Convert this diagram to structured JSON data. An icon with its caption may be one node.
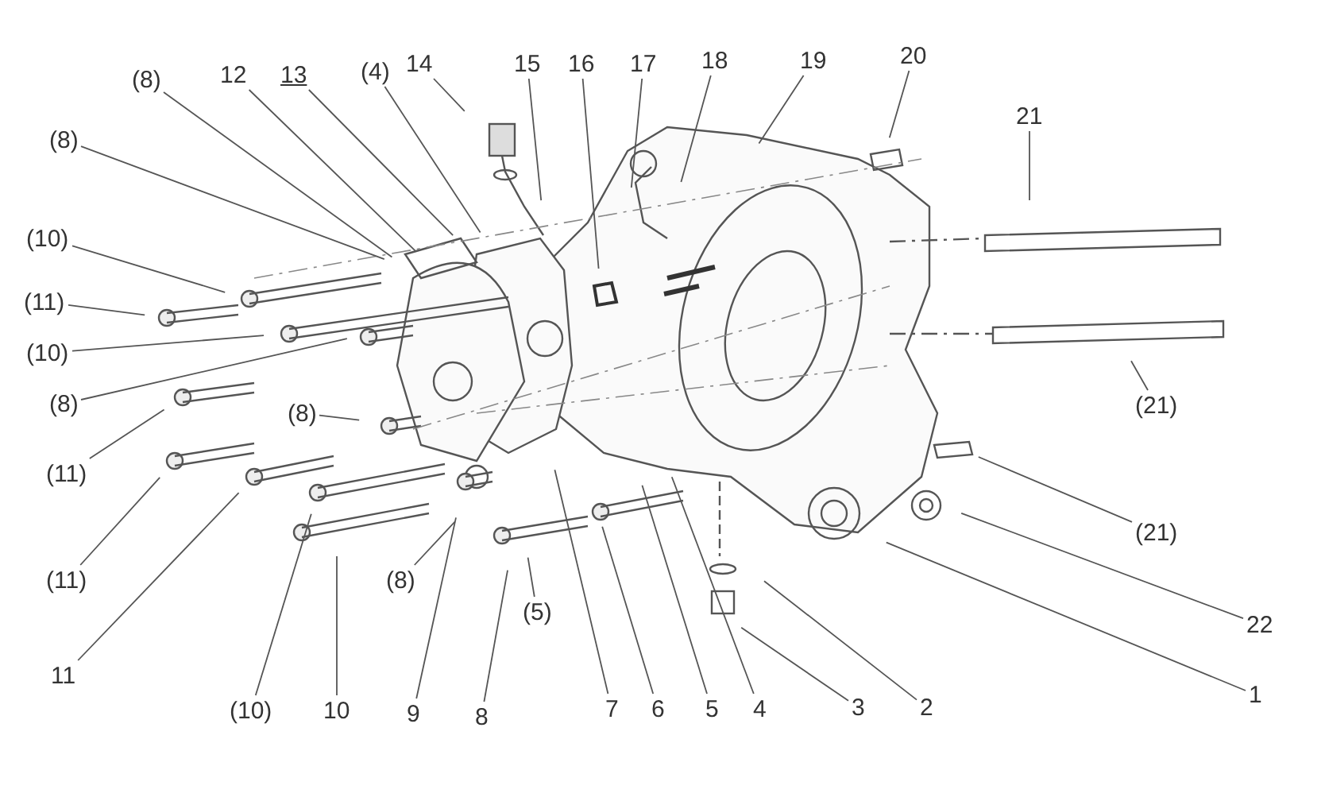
{
  "diagram": {
    "nodes": [
      {
        "text": [
          "(8)"
        ]
      },
      {
        "text": [
          "12"
        ]
      },
      {
        "text": [
          "13"
        ]
      },
      {
        "text": [
          "(4)"
        ]
      },
      {
        "text": [
          "14"
        ]
      },
      {
        "text": [
          "15"
        ]
      },
      {
        "text": [
          "16"
        ]
      },
      {
        "text": [
          "17"
        ]
      },
      {
        "text": [
          "18"
        ]
      },
      {
        "text": [
          "19"
        ]
      },
      {
        "text": [
          "20"
        ]
      },
      {
        "text": [
          "21"
        ]
      },
      {
        "text": [
          "(8)"
        ]
      },
      {
        "text": [
          "(10)"
        ]
      },
      {
        "text": [
          "(11)"
        ]
      },
      {
        "text": [
          "(10)"
        ]
      },
      {
        "text": [
          "(8)"
        ]
      },
      {
        "text": [
          "(8)"
        ]
      },
      {
        "text": [
          "(21)"
        ]
      },
      {
        "text": [
          "(11)"
        ]
      },
      {
        "text": [
          "(11)"
        ]
      },
      {
        "text": [
          "(21)"
        ]
      },
      {
        "text": [
          "(8)"
        ]
      },
      {
        "text": [
          "(5)"
        ]
      },
      {
        "text": [
          "22"
        ]
      },
      {
        "text": [
          "11"
        ]
      },
      {
        "text": [
          "1"
        ]
      },
      {
        "text": [
          "(10)"
        ]
      },
      {
        "text": [
          "10"
        ]
      },
      {
        "text": [
          "9"
        ]
      },
      {
        "text": [
          "8"
        ]
      },
      {
        "text": [
          "7"
        ]
      },
      {
        "text": [
          "6"
        ]
      },
      {
        "text": [
          "5"
        ]
      },
      {
        "text": [
          "4"
        ]
      },
      {
        "text": [
          "3"
        ]
      },
      {
        "text": [
          "2"
        ]
      }
    ],
    "edges": [
      {
        "from": 0,
        "to": null,
        "arrow": "none"
      },
      {
        "from": 1,
        "to": null,
        "arrow": "none"
      },
      {
        "from": 2,
        "to": null,
        "arrow": "none"
      },
      {
        "from": 3,
        "to": null,
        "arrow": "none"
      },
      {
        "from": 4,
        "to": null,
        "arrow": "none"
      },
      {
        "from": 5,
        "to": null,
        "arrow": "none"
      },
      {
        "from": 6,
        "to": null,
        "arrow": "none"
      },
      {
        "from": 7,
        "to": null,
        "arrow": "none"
      },
      {
        "from": 8,
        "to": null,
        "arrow": "none"
      },
      {
        "from": 9,
        "to": null,
        "arrow": "none"
      },
      {
        "from": 10,
        "to": null,
        "arrow": "none"
      },
      {
        "from": 11,
        "to": null,
        "arrow": "none"
      },
      {
        "from": 12,
        "to": null,
        "arrow": "none"
      },
      {
        "from": 13,
        "to": null,
        "arrow": "none"
      },
      {
        "from": 14,
        "to": null,
        "arrow": "none"
      },
      {
        "from": 15,
        "to": null,
        "arrow": "none"
      },
      {
        "from": 16,
        "to": null,
        "arrow": "none"
      },
      {
        "from": 17,
        "to": null,
        "arrow": "none"
      },
      {
        "from": 18,
        "to": null,
        "arrow": "none"
      },
      {
        "from": 19,
        "to": null,
        "arrow": "none"
      },
      {
        "from": 20,
        "to": null,
        "arrow": "none"
      },
      {
        "from": 21,
        "to": null,
        "arrow": "none"
      },
      {
        "from": 22,
        "to": null,
        "arrow": "none"
      },
      {
        "from": 23,
        "to": null,
        "arrow": "none"
      },
      {
        "from": 24,
        "to": null,
        "arrow": "none"
      },
      {
        "from": 25,
        "to": null,
        "arrow": "none"
      },
      {
        "from": 26,
        "to": null,
        "arrow": "none"
      },
      {
        "from": 27,
        "to": null,
        "arrow": "none"
      },
      {
        "from": 28,
        "to": null,
        "arrow": "none"
      },
      {
        "from": 29,
        "to": null,
        "arrow": "none"
      },
      {
        "from": 30,
        "to": null,
        "arrow": "none"
      },
      {
        "from": 31,
        "to": null,
        "arrow": "none"
      },
      {
        "from": 32,
        "to": null,
        "arrow": "none"
      },
      {
        "from": 33,
        "to": null,
        "arrow": "none"
      },
      {
        "from": 34,
        "to": null,
        "arrow": "none"
      },
      {
        "from": 35,
        "to": null,
        "arrow": "none"
      },
      {
        "from": 36,
        "to": null,
        "arrow": "none"
      }
    ]
  }
}
